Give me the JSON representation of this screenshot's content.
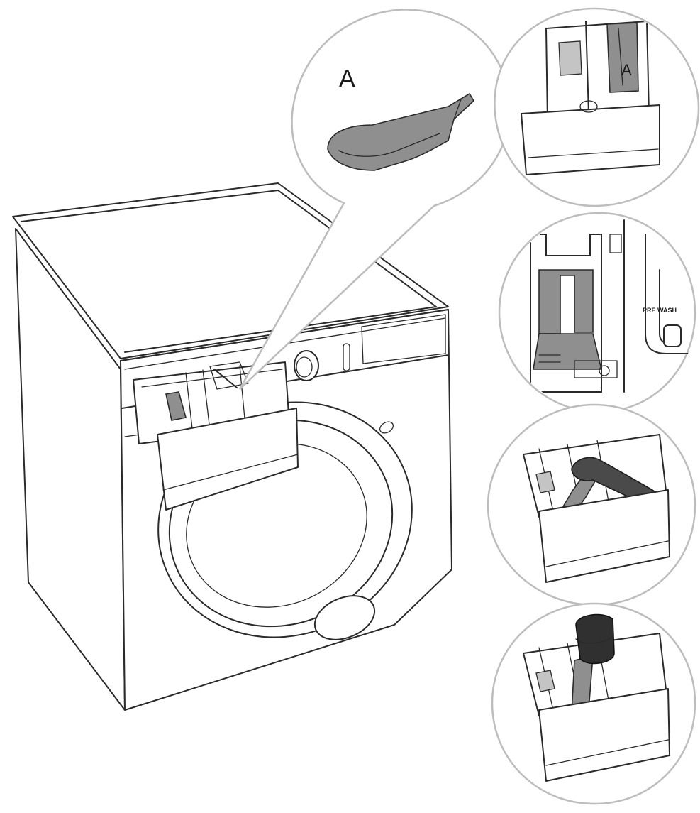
{
  "labels": {
    "part_callout": "A",
    "part_in_drawer": "A",
    "prewash_marking": "PRE WASH"
  },
  "colors": {
    "outline": "#2a2a2a",
    "bubble_border": "#bdbdbd",
    "part_fill": "#8f8f8f",
    "dark_part_fill": "#4a4a4a"
  }
}
